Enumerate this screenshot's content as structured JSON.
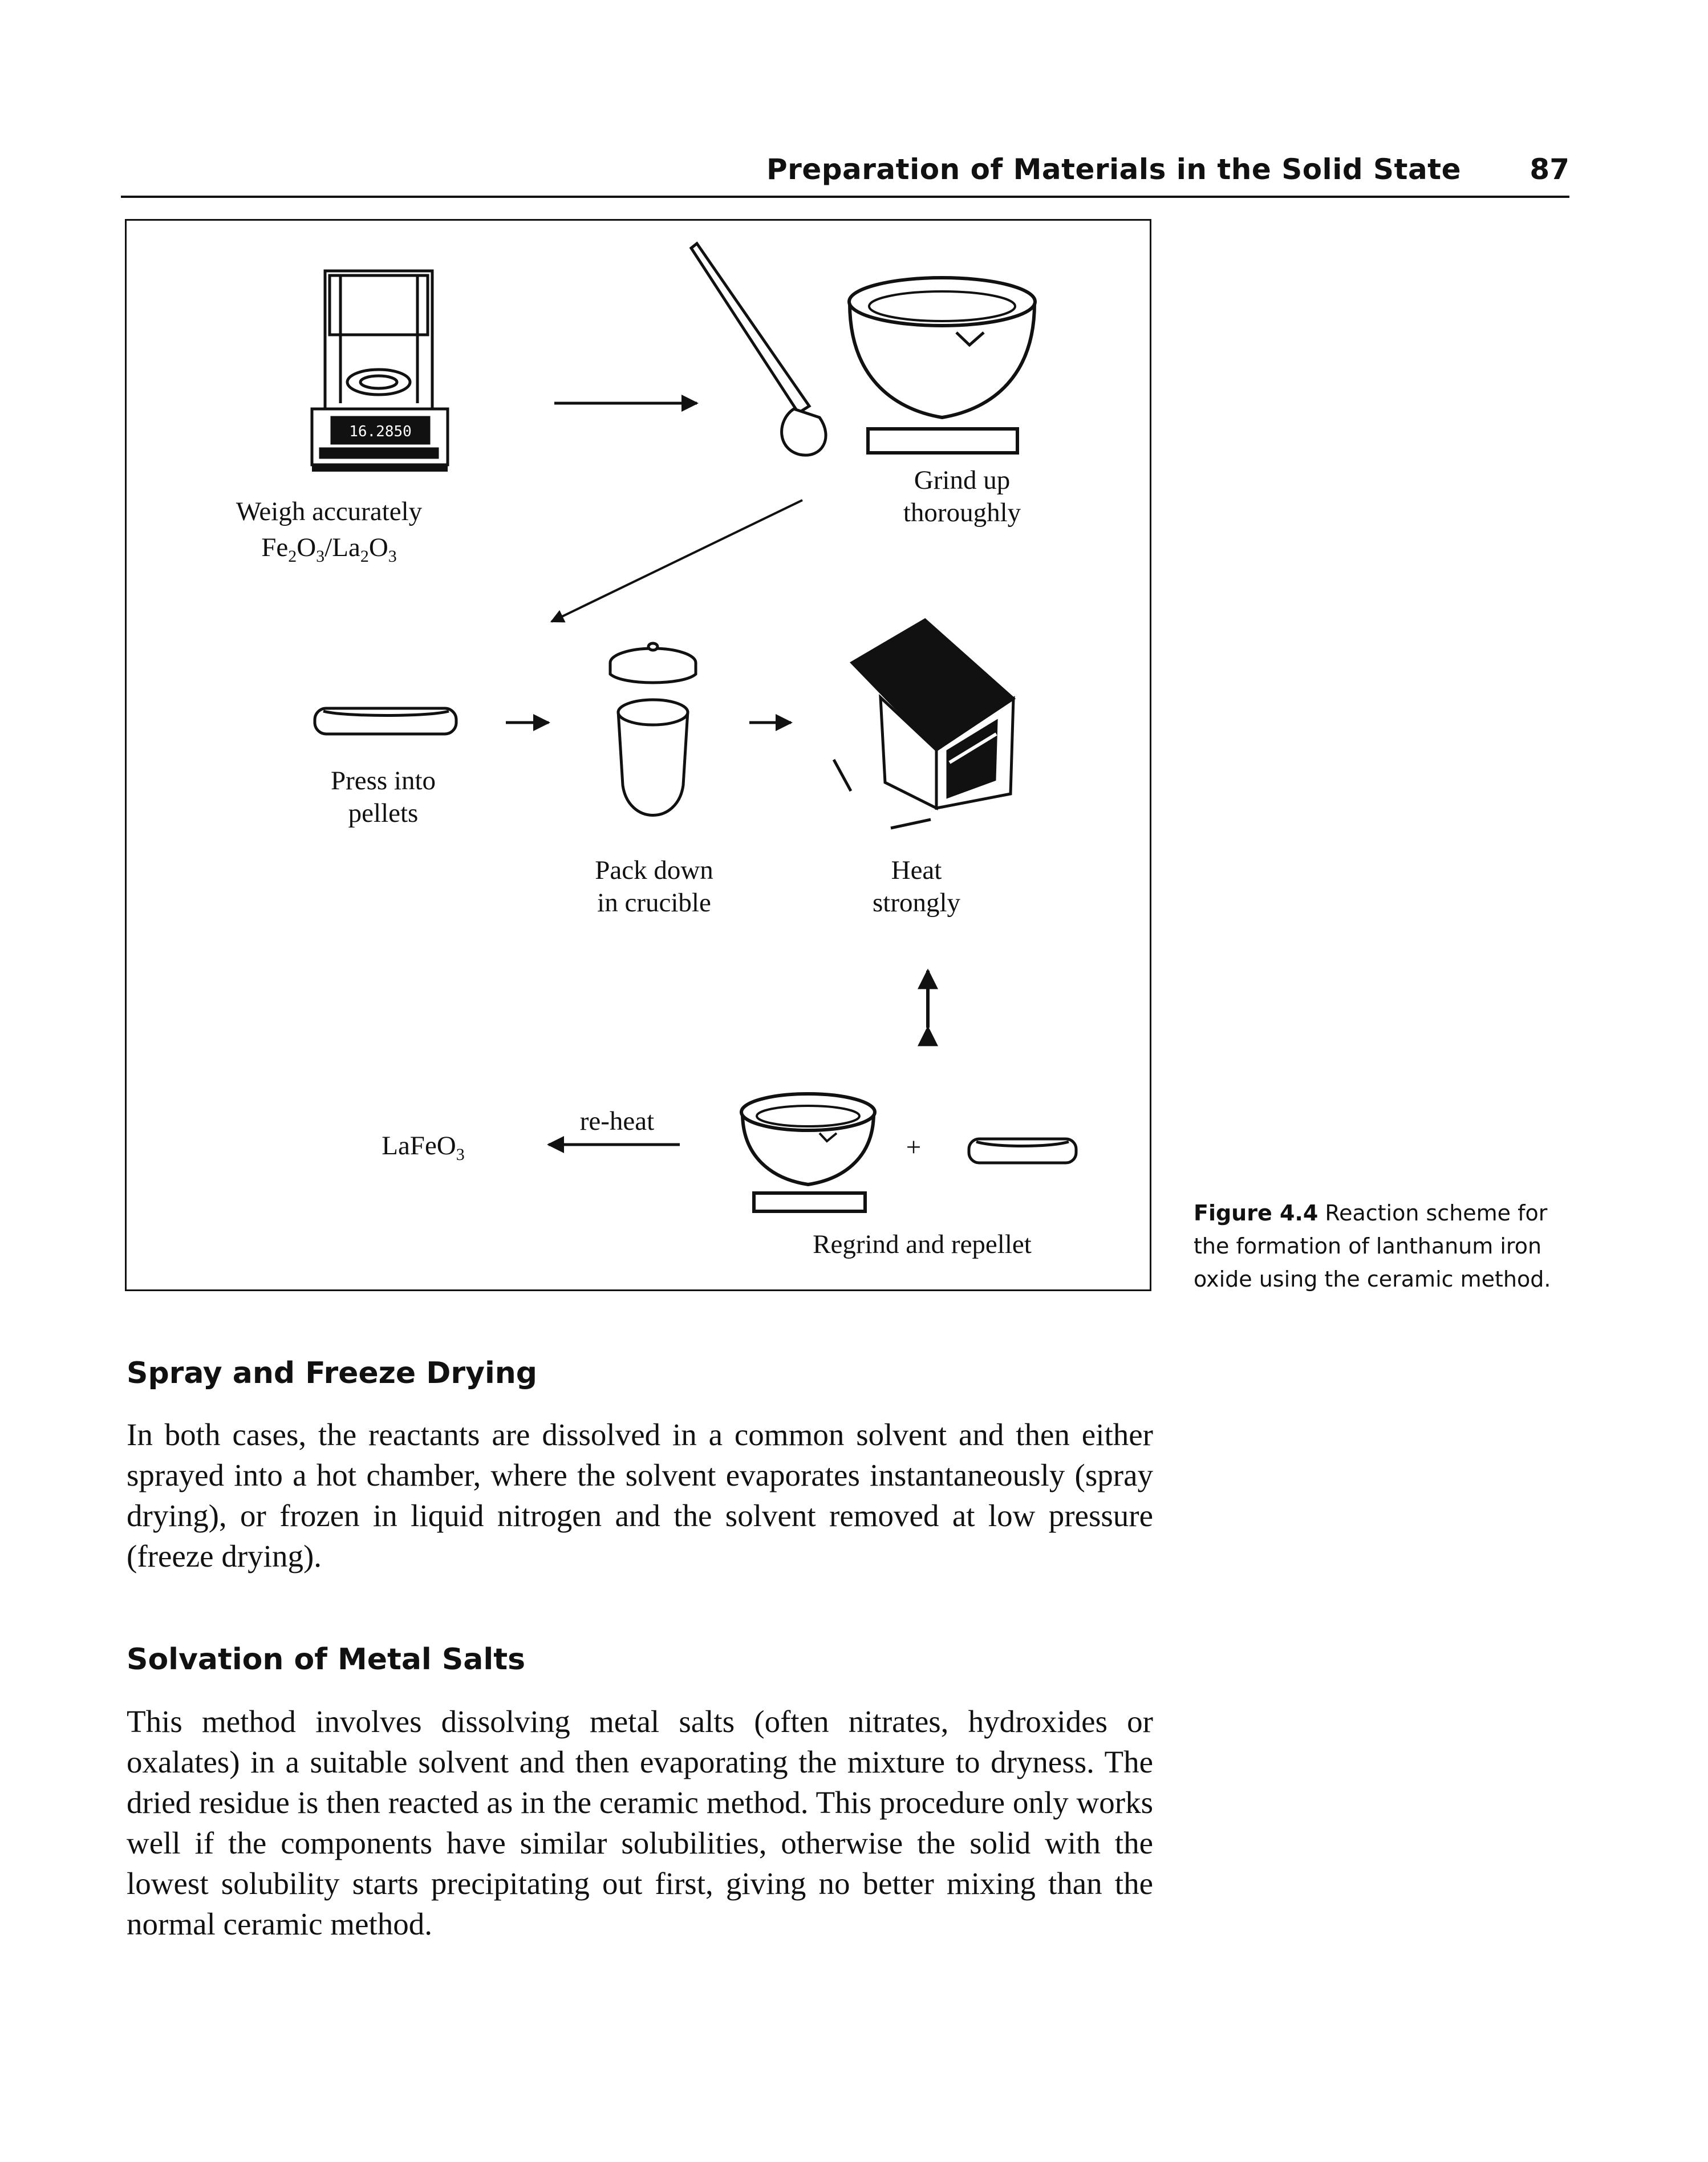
{
  "header": {
    "running_title": "Preparation of Materials in the Solid State",
    "page_number": "87"
  },
  "figure": {
    "labels": {
      "weigh_line1": "Weigh accurately",
      "weigh_line2_parts": [
        "Fe",
        "2",
        "O",
        "3",
        "/La",
        "2",
        "O",
        "3"
      ],
      "balance_display": "16.2850",
      "grind_line1": "Grind up",
      "grind_line2": "thoroughly",
      "press_line1": "Press into",
      "press_line2": "pellets",
      "pack_line1": "Pack down",
      "pack_line2": "in crucible",
      "heat_line1": "Heat",
      "heat_line2": "strongly",
      "reheat": "re-heat",
      "product_parts": [
        "LaFeO",
        "3"
      ],
      "plus": "+",
      "regrind": "Regrind and repellet"
    },
    "caption_label": "Figure 4.4",
    "caption_text": " Reaction scheme for the formation of lanthanum iron oxide using the ceramic method."
  },
  "sections": [
    {
      "heading": "Spray and Freeze Drying",
      "paragraph": "In both cases, the reactants are dissolved in a common solvent and then either sprayed into a hot chamber, where the solvent evaporates instantaneously (spray drying), or frozen in liquid nitrogen and the solvent removed at low pressure (freeze drying)."
    },
    {
      "heading": "Solvation of Metal Salts",
      "paragraph": "This method involves dissolving metal salts (often nitrates, hydroxides or oxalates) in a suitable solvent and then evaporating the mixture to dryness. The dried residue is then reacted as in the ceramic method. This procedure only works well if the components have similar solubilities, otherwise the solid with the lowest solubility starts precipitating out first, giving no better mixing than the normal ceramic method."
    }
  ]
}
